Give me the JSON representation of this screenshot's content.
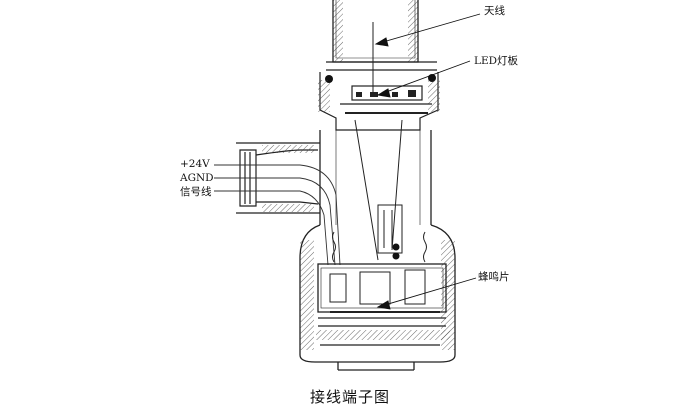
{
  "labels": {
    "antenna": "天线",
    "led_board": "LED灯板",
    "buzzer": "蜂鸣片"
  },
  "wires": {
    "plus24v": "+24V",
    "agnd": "AGND",
    "signal": "信号线"
  },
  "caption": "接线端子图"
}
